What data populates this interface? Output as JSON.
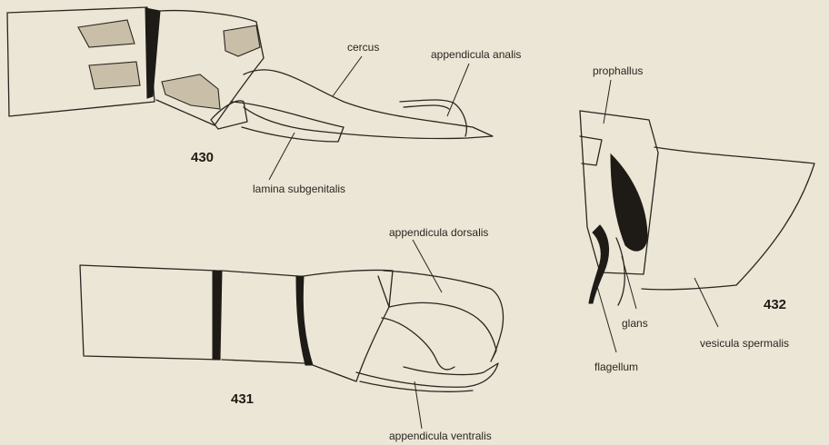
{
  "figures": [
    {
      "number": "430",
      "labels": {
        "cercus": "cercus",
        "appendicula_analis": "appendicula analis",
        "lamina_subgenitalis": "lamina subgenitalis"
      }
    },
    {
      "number": "431",
      "labels": {
        "appendicula_dorsalis": "appendicula dorsalis",
        "appendicula_ventralis": "appendicula ventralis"
      }
    },
    {
      "number": "432",
      "labels": {
        "prophallus": "prophallus",
        "glans": "glans",
        "flagellum": "flagellum",
        "vesicula_spermalis": "vesicula spermalis"
      }
    }
  ],
  "colors": {
    "paper": "#ece6d6",
    "ink": "#2a2620",
    "stipple": "#c9bfa8"
  }
}
